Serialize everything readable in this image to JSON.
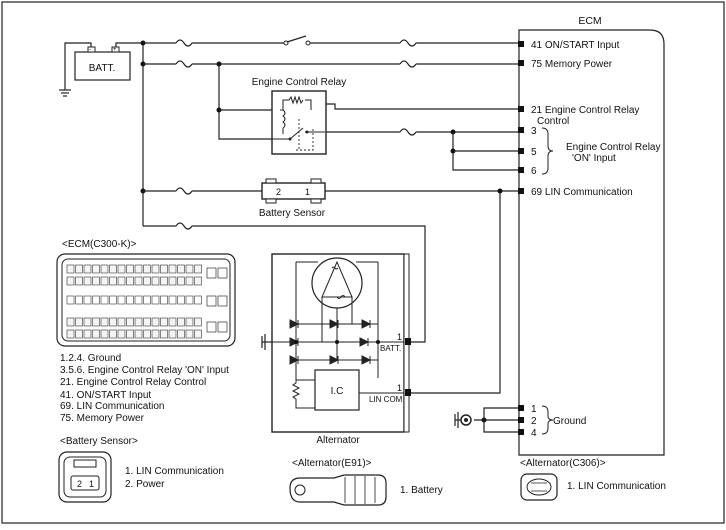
{
  "ecm": {
    "title": "ECM",
    "pins": {
      "p41": "41 ON/START Input",
      "p75": "75 Memory Power",
      "p21a": "21 Engine Control Relay",
      "p21b": "Control",
      "p3": "3",
      "p5": "5",
      "p6": "6",
      "relay_on_a": "Engine Control Relay",
      "relay_on_b": "'ON' Input",
      "p69": "69 LIN Communication",
      "g1": "1",
      "g2": "2",
      "g4": "4",
      "ground": "Ground"
    }
  },
  "batt": {
    "label": "BATT."
  },
  "relay": {
    "label": "Engine Control Relay"
  },
  "battery_sensor": {
    "label": "Battery Sensor",
    "pin2": "2",
    "pin1": "1"
  },
  "alternator": {
    "label": "Alternator",
    "ic": "I.C",
    "batt_pin": "1",
    "batt_label": "BATT.",
    "lin_pin": "1",
    "lin_label": "LIN COM"
  },
  "ecm_connector": {
    "title": "<ECM(C300-K)>",
    "legend": [
      "1.2.4. Ground",
      "3.5.6. Engine Control Relay 'ON' Input",
      "21. Engine Control Relay Control",
      "41. ON/START Input",
      "69. LIN Communication",
      "75. Memory Power"
    ]
  },
  "sensor_connector": {
    "title": "<Battery Sensor>",
    "pin2": "2",
    "pin1": "1",
    "legend": [
      "1. LIN Communication",
      "2. Power"
    ]
  },
  "alt_e91": {
    "title": "<Alternator(E91)>",
    "legend": "1. Battery"
  },
  "alt_c306": {
    "title": "<Alternator(C306)>",
    "legend": "1. LIN Communication"
  }
}
